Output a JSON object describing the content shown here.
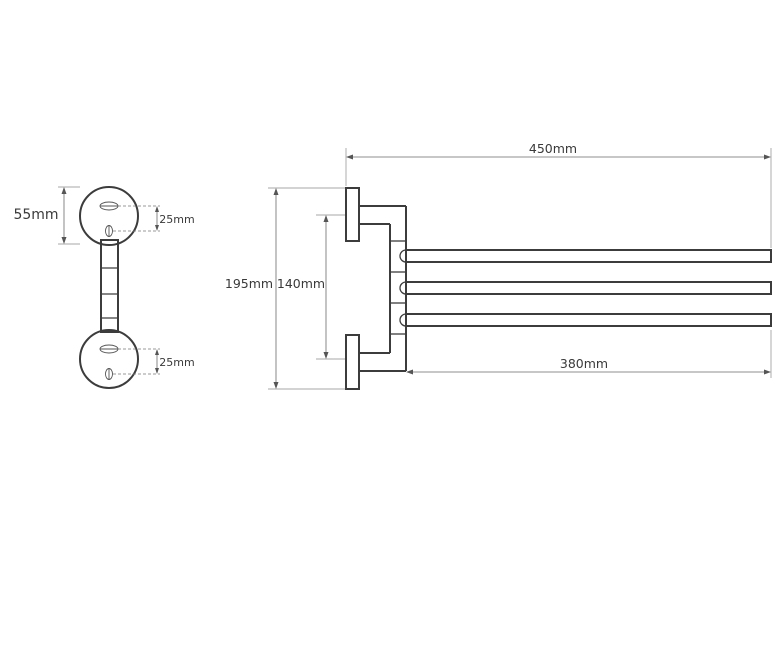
{
  "dimensions": {
    "side_mount_height": "55mm",
    "side_upper_hole": "25mm",
    "side_lower_hole": "25mm",
    "total_length": "450mm",
    "total_height": "195mm",
    "mount_spacing": "140mm",
    "arm_length": "380mm"
  },
  "colors": {
    "line": "#3c3c3c",
    "dimension_line": "#6a6a6a",
    "background": "#ffffff"
  }
}
